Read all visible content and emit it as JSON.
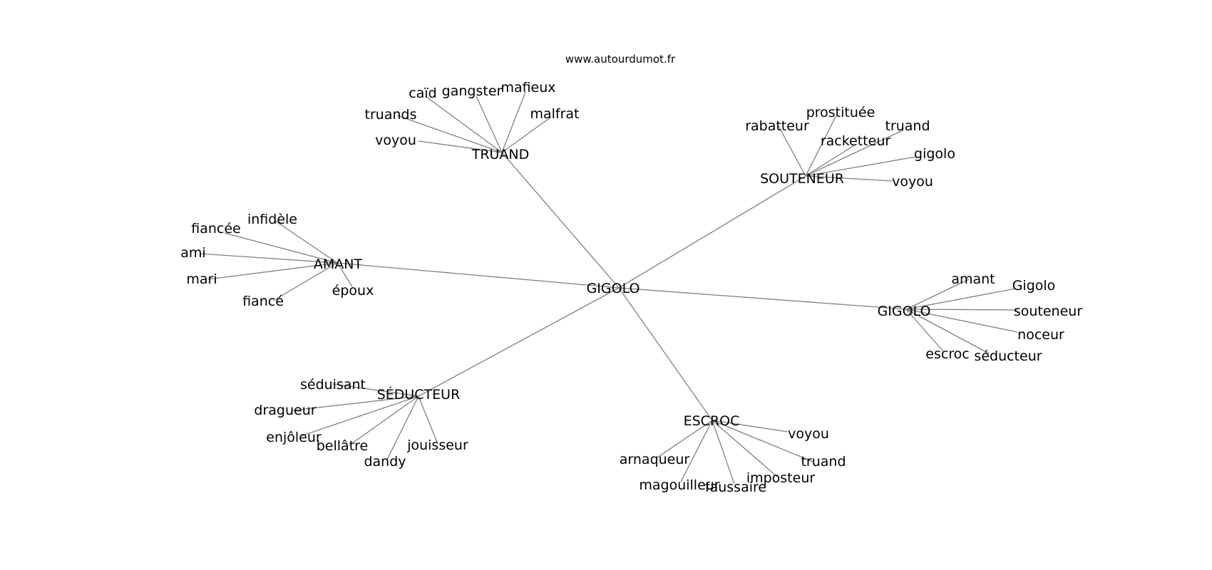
{
  "website": "www.autourdumot.fr",
  "center": {
    "id": "c",
    "label": "GIGOLO"
  },
  "clusters": [
    {
      "id": "truand",
      "label": "TRUAND",
      "words": [
        "voyou",
        "truands",
        "caïd",
        "gangster",
        "mafieux",
        "malfrat"
      ]
    },
    {
      "id": "souteneur",
      "label": "SOUTENEUR",
      "words": [
        "rabatteur",
        "prostituée",
        "racketteur",
        "truand",
        "gigolo",
        "voyou"
      ]
    },
    {
      "id": "amant",
      "label": "AMANT",
      "words": [
        "infidèle",
        "fiancée",
        "ami",
        "mari",
        "fiancé",
        "époux"
      ]
    },
    {
      "id": "gigolo",
      "label": "GIGOLO",
      "words": [
        "amant",
        "Gigolo",
        "souteneur",
        "noceur",
        "séducteur",
        "escroc"
      ]
    },
    {
      "id": "seducteur",
      "label": "SÉDUCTEUR",
      "words": [
        "séduisant",
        "dragueur",
        "enjôleur",
        "bellâtre",
        "dandy",
        "jouisseur"
      ]
    },
    {
      "id": "escroc",
      "label": "ESCROC",
      "words": [
        "voyou",
        "truand",
        "imposteur",
        "faussaire",
        "magouilleur",
        "arnaqueur"
      ]
    }
  ]
}
